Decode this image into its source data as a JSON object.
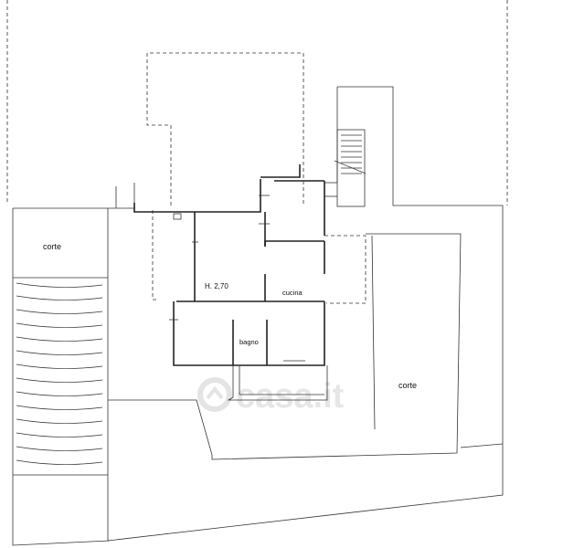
{
  "labels": {
    "corte_left": "corte",
    "corte_right": "corte",
    "height": "H. 2,70",
    "kitchen": "cucina",
    "bathroom": "bagno"
  },
  "watermark": {
    "text": "casa.it"
  }
}
